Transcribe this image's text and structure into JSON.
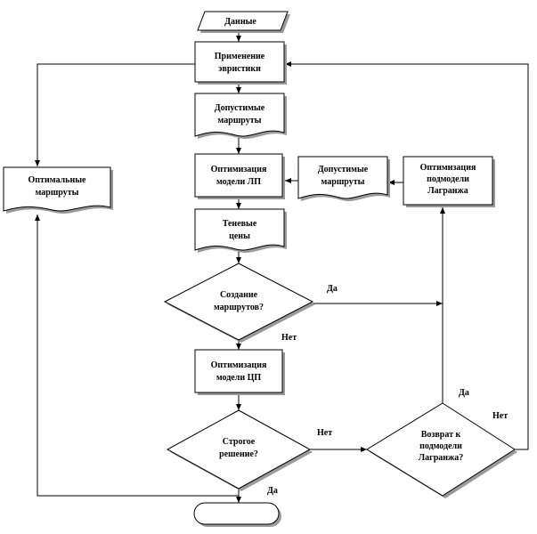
{
  "nodes": {
    "data_input": [
      "Данные"
    ],
    "apply_heuristics": [
      "Применение",
      "эвристики"
    ],
    "admissible_routes_top": [
      "Допустимые",
      "маршруты"
    ],
    "optimize_lp": [
      "Оптимизация",
      "модели ЛП"
    ],
    "admissible_routes_side": [
      "Допустимые",
      "маршруты"
    ],
    "optimize_lagrange": [
      "Оптимизация",
      "подмодели",
      "Лагранжа"
    ],
    "optimal_routes": [
      "Оптимальные",
      "маршруты"
    ],
    "shadow_prices": [
      "Теневые",
      "цены"
    ],
    "create_routes_q": [
      "Создание",
      "маршрутов?"
    ],
    "optimize_ip": [
      "Оптимизация",
      "модели ЦП"
    ],
    "strict_solution_q": [
      "Строгое",
      "решение?"
    ],
    "return_lagrange_q": [
      "Возврат к",
      "подмодели",
      "Лагранжа?"
    ],
    "terminator": []
  },
  "edge_labels": {
    "create_yes": "Да",
    "create_no": "Нет",
    "strict_no": "Нет",
    "strict_yes": "Да",
    "return_yes": "Да",
    "return_no": "Нет"
  }
}
